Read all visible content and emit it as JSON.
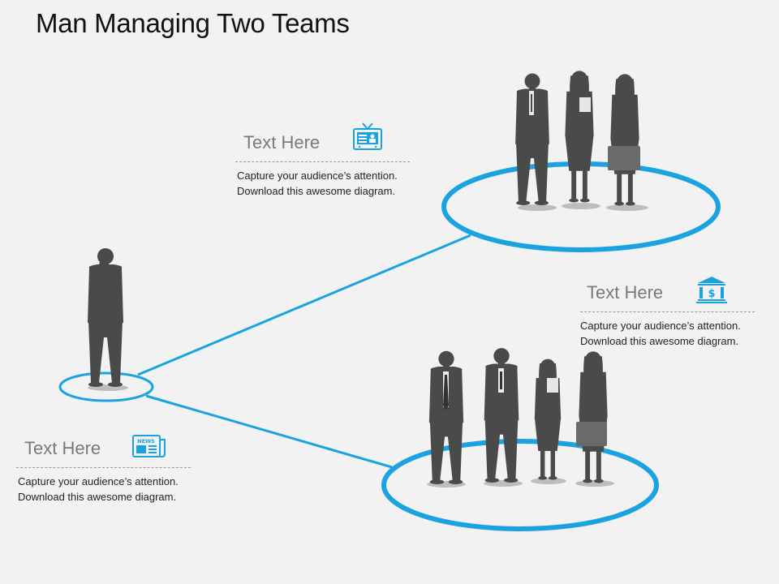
{
  "title": "Man Managing Two Teams",
  "accent_color": "#1aa3e0",
  "silhouette_color": "#4a4a4a",
  "blocks": [
    {
      "heading": "Text Here",
      "line1": "Capture your audience’s attention.",
      "line2": "Download this awesome diagram.",
      "icon": "tv-icon"
    },
    {
      "heading": "Text Here",
      "line1": "Capture your audience’s attention.",
      "line2": "Download this awesome diagram.",
      "icon": "bank-icon"
    },
    {
      "heading": "Text Here",
      "line1": "Capture your audience’s attention.",
      "line2": "Download this awesome diagram.",
      "icon": "news-icon"
    }
  ],
  "newspaper_label": "NEWS"
}
